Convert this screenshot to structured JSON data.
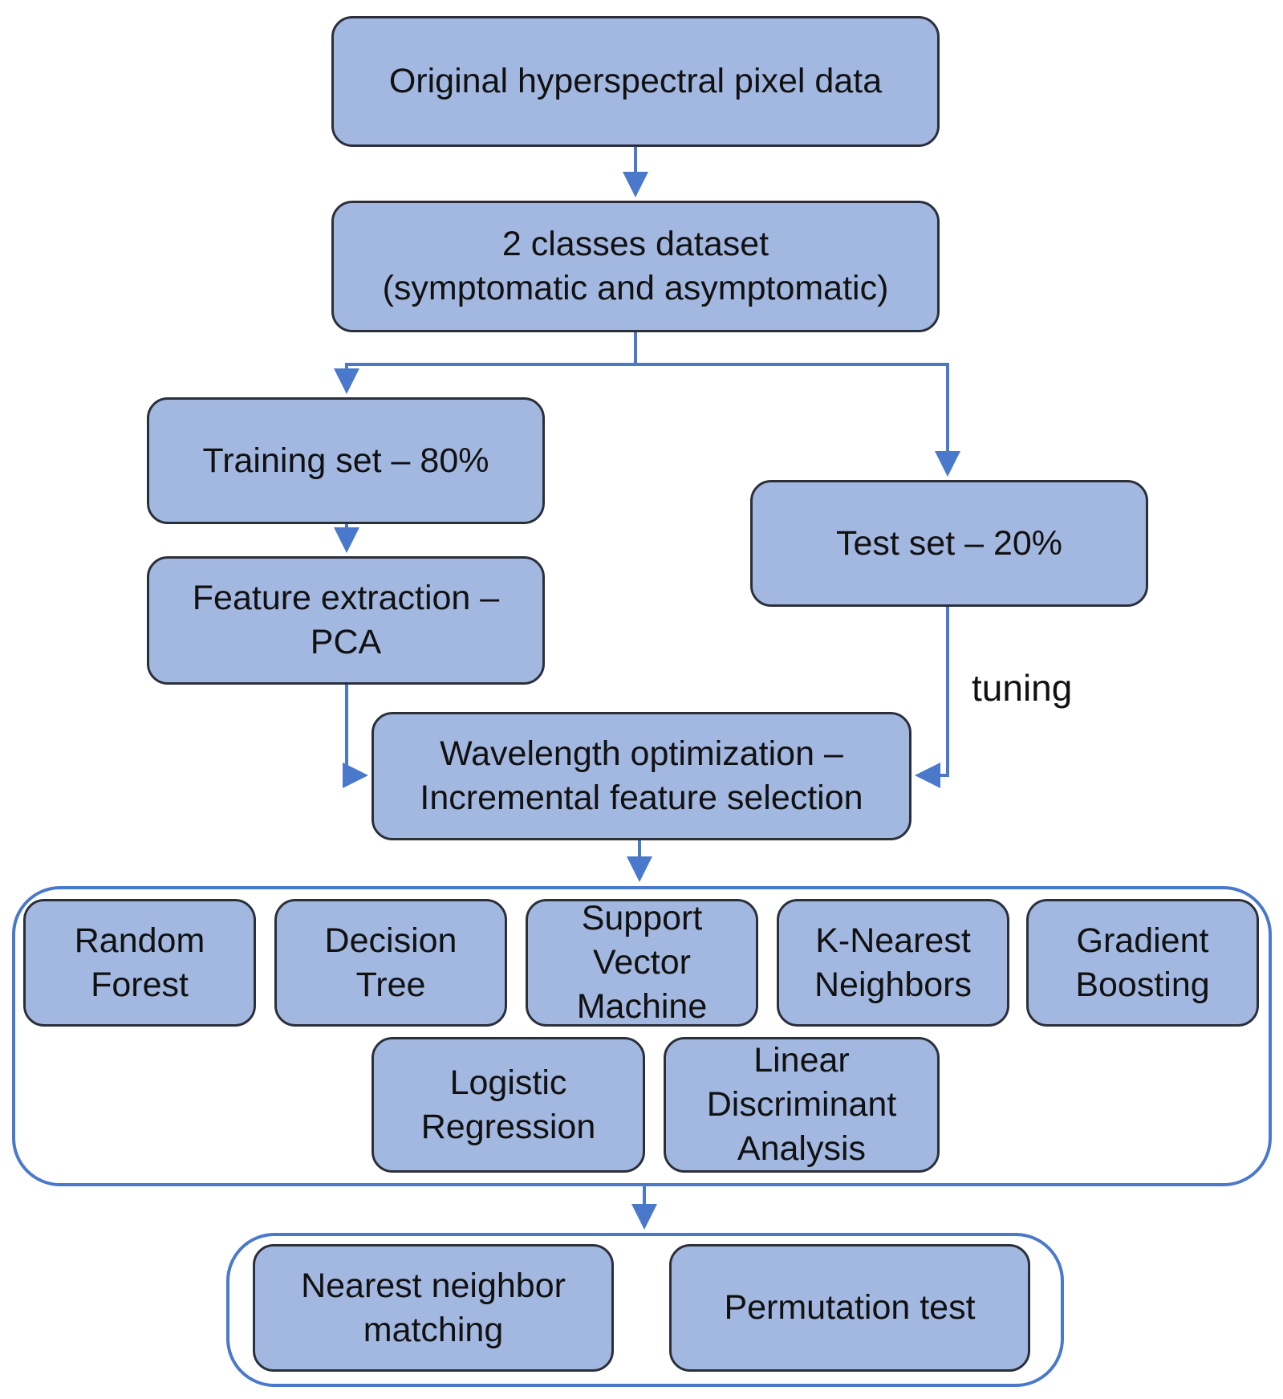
{
  "nodes": {
    "original": "Original hyperspectral pixel data",
    "classes": "2 classes dataset\n(symptomatic and asymptomatic)",
    "training": "Training set – 80%",
    "test": "Test set – 20%",
    "feature_extraction": "Feature extraction –\nPCA",
    "wavelength": "Wavelength optimization –\nIncremental feature selection"
  },
  "edge_labels": {
    "tuning": "tuning"
  },
  "classifiers": {
    "random_forest": "Random\nForest",
    "decision_tree": "Decision\nTree",
    "svm": "Support\nVector\nMachine",
    "knn": "K-Nearest\nNeighbors",
    "gradient_boosting": "Gradient\nBoosting",
    "logistic_regression": "Logistic\nRegression",
    "lda": "Linear\nDiscriminant\nAnalysis"
  },
  "evaluation": {
    "nearest_neighbor": "Nearest neighbor\nmatching",
    "permutation": "Permutation test"
  },
  "colors": {
    "box_fill": "#a3b8e0",
    "box_border": "#2b2f3a",
    "arrow": "#4a79cc",
    "group_border": "#4a79cc"
  }
}
